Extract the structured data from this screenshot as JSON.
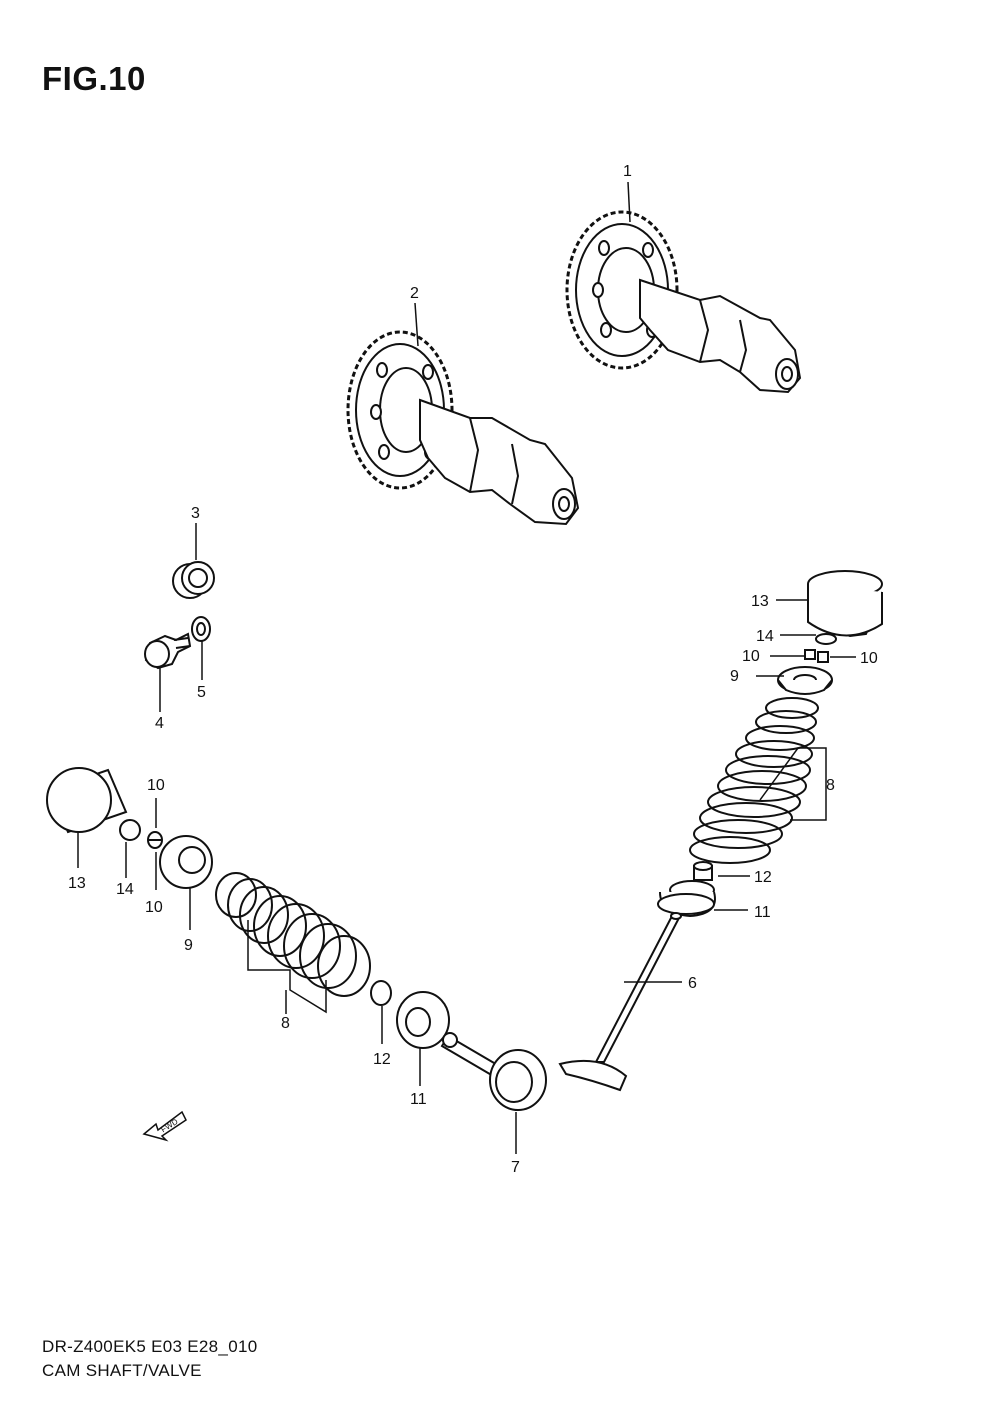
{
  "figure_title": "FIG.10",
  "footer": {
    "model_code": "DR-Z400EK5 E03 E28_010",
    "section": "CAM SHAFT/VALVE"
  },
  "fwd_label": "FWD",
  "callouts": {
    "c1": "1",
    "c2": "2",
    "c3": "3",
    "c4": "4",
    "c5": "5",
    "c6": "6",
    "c7": "7",
    "c8a": "8",
    "c8b": "8",
    "c9a": "9",
    "c9b": "9",
    "c10a": "10",
    "c10b": "10",
    "c10c": "10",
    "c10d": "10",
    "c11a": "11",
    "c11b": "11",
    "c12a": "12",
    "c12b": "12",
    "c13a": "13",
    "c13b": "13",
    "c14a": "14",
    "c14b": "14"
  }
}
